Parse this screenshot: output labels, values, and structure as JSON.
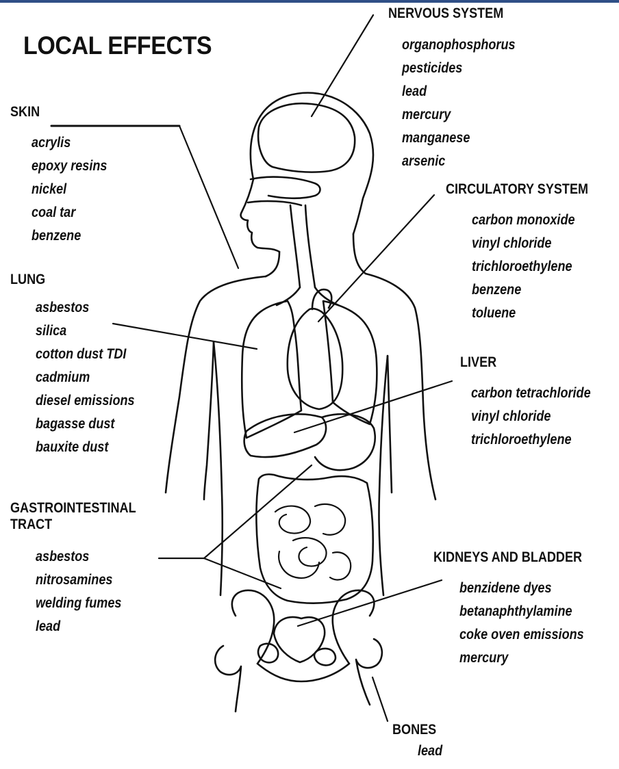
{
  "title": "LOCAL EFFECTS",
  "colors": {
    "frame": "#2f4f86",
    "ink": "#111111"
  },
  "groups": {
    "skin": {
      "heading": "SKIN",
      "items": [
        "acrylis",
        "epoxy resins",
        "nickel",
        "coal tar",
        "benzene"
      ]
    },
    "lung": {
      "heading": "LUNG",
      "items": [
        "asbestos",
        "silica",
        "cotton dust TDI",
        "cadmium",
        "diesel emissions",
        "bagasse dust",
        "bauxite dust"
      ]
    },
    "gi": {
      "heading_line1": "GASTROINTESTINAL",
      "heading_line2": "TRACT",
      "items": [
        "asbestos",
        "nitrosamines",
        "welding fumes",
        "lead"
      ]
    },
    "nervous": {
      "heading": "NERVOUS SYSTEM",
      "items": [
        "organophosphorus",
        "pesticides",
        "lead",
        "mercury",
        "manganese",
        "arsenic"
      ]
    },
    "circulatory": {
      "heading": "CIRCULATORY SYSTEM",
      "items": [
        "carbon monoxide",
        "vinyl chloride",
        "trichloroethylene",
        "benzene",
        "toluene"
      ]
    },
    "liver": {
      "heading": "LIVER",
      "items": [
        "carbon tetrachloride",
        "vinyl chloride",
        "trichloroethylene"
      ]
    },
    "kidneys": {
      "heading": "KIDNEYS AND BLADDER",
      "items": [
        "benzidene dyes",
        "betanaphthylamine",
        "coke oven emissions",
        "mercury"
      ]
    },
    "bones": {
      "heading": "BONES",
      "items": [
        "lead"
      ]
    }
  }
}
